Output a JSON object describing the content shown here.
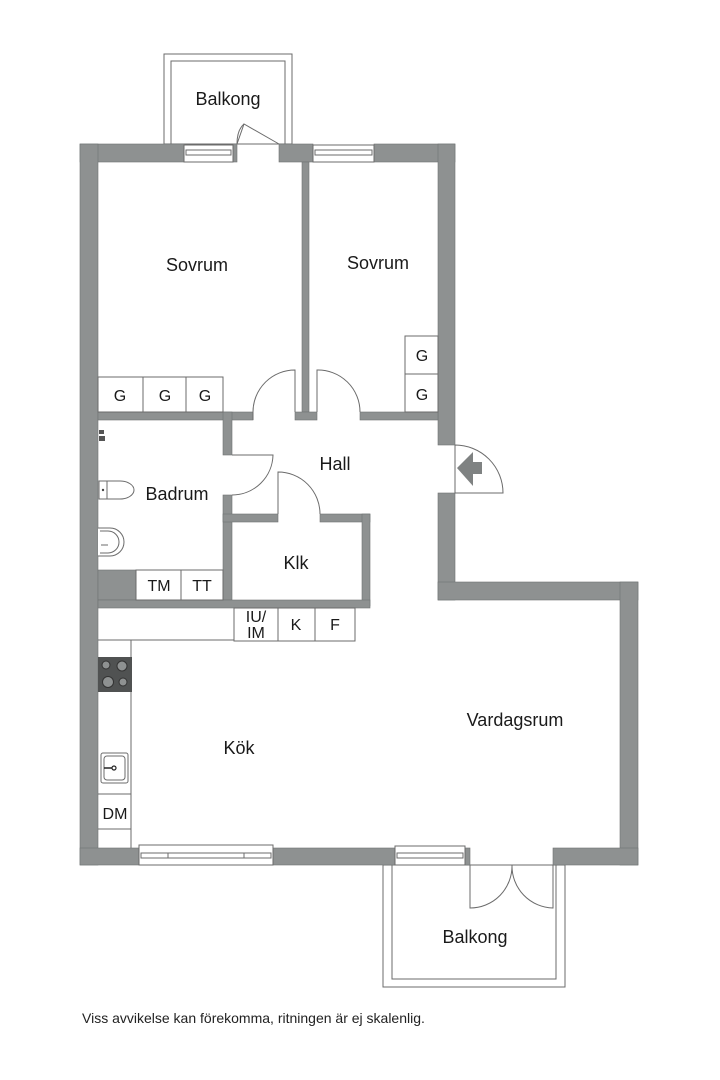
{
  "colors": {
    "wall": "#8e9191",
    "line": "#6b6b6b",
    "text": "#1a1a1a",
    "background": "#ffffff"
  },
  "rooms": {
    "balkong_top": "Balkong",
    "sovrum_left": "Sovrum",
    "sovrum_right": "Sovrum",
    "hall": "Hall",
    "badrum": "Badrum",
    "klk": "Klk",
    "kok": "Kök",
    "vardagsrum": "Vardagsrum",
    "balkong_bottom": "Balkong"
  },
  "cabinets": {
    "sovrum_left": [
      "G",
      "G",
      "G"
    ],
    "sovrum_right": [
      "G",
      "G"
    ],
    "badrum": [
      "TM",
      "TT"
    ],
    "kok_top": [
      "IU/",
      "IM",
      "K",
      "F"
    ],
    "kok_side": [
      "DM"
    ]
  },
  "icons": {
    "entrance": "entrance-arrow-icon",
    "stove": "stove-icon",
    "sink": "sink-icon",
    "toilet": "toilet-icon",
    "washbasin": "washbasin-icon"
  },
  "disclaimer": "Viss avvikelse kan förekomma, ritningen är ej skalenlig."
}
